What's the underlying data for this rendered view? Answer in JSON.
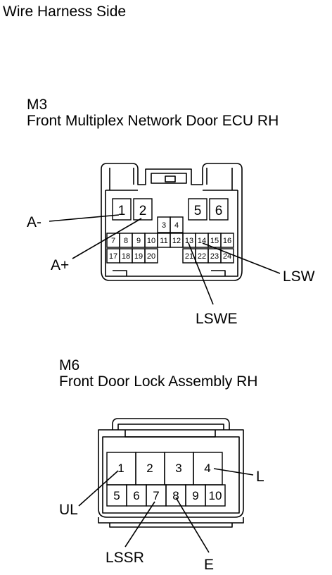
{
  "header": {
    "title": "Wire Harness Side"
  },
  "connectors": {
    "m3": {
      "code": "M3",
      "name": "Front Multiplex Network Door ECU RH",
      "pins": [
        "1",
        "2",
        "3",
        "4",
        "5",
        "6",
        "7",
        "8",
        "9",
        "10",
        "11",
        "12",
        "13",
        "14",
        "15",
        "16",
        "17",
        "18",
        "19",
        "20",
        "21",
        "22",
        "23",
        "24"
      ],
      "callouts": [
        "A-",
        "A+",
        "LSWE",
        "LSW"
      ]
    },
    "m6": {
      "code": "M6",
      "name": "Front Door Lock Assembly RH",
      "pins": [
        "1",
        "2",
        "3",
        "4",
        "5",
        "6",
        "7",
        "8",
        "9",
        "10"
      ],
      "callouts": [
        "UL",
        "LSSR",
        "E",
        "L"
      ]
    }
  }
}
